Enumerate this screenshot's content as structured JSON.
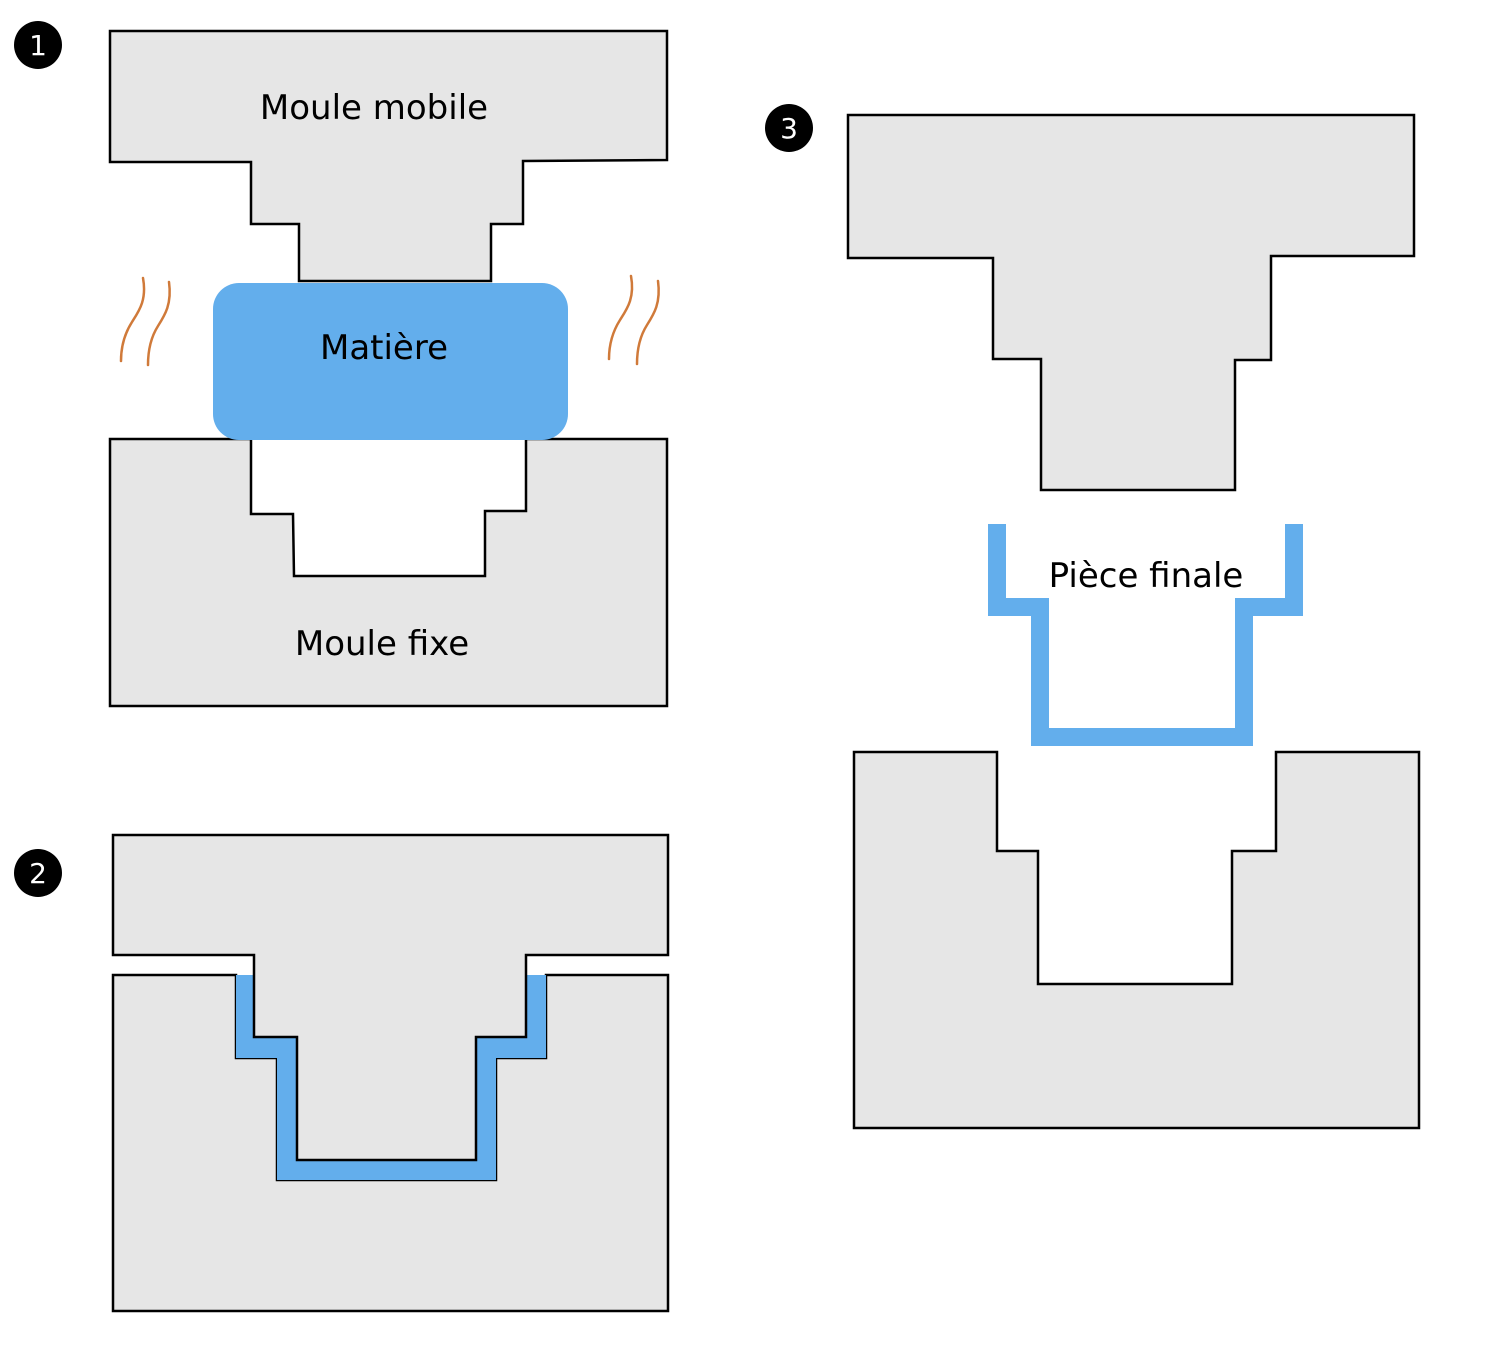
{
  "steps": {
    "one": "1",
    "two": "2",
    "three": "3"
  },
  "labels": {
    "moule_mobile": "Moule mobile",
    "matiere": "Matière",
    "moule_fixe": "Moule fixe",
    "piece_finale": "Pièce finale"
  },
  "colors": {
    "mold_fill": "#e6e6e6",
    "material": "#63aeec",
    "heat": "#d07a3a",
    "outline": "#000000"
  }
}
